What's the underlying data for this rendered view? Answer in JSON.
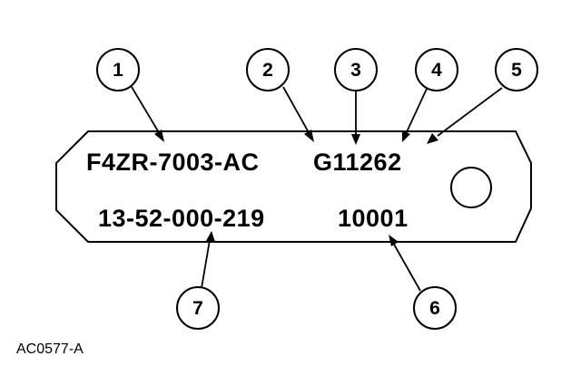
{
  "tag": {
    "part_number": "F4ZR-7003-AC",
    "build_code": "G11262",
    "serial_number": "13-52-000-219",
    "sequence_number": "10001"
  },
  "callouts": [
    "1",
    "2",
    "3",
    "4",
    "5",
    "6",
    "7"
  ],
  "figure_id": "AC0577-A"
}
